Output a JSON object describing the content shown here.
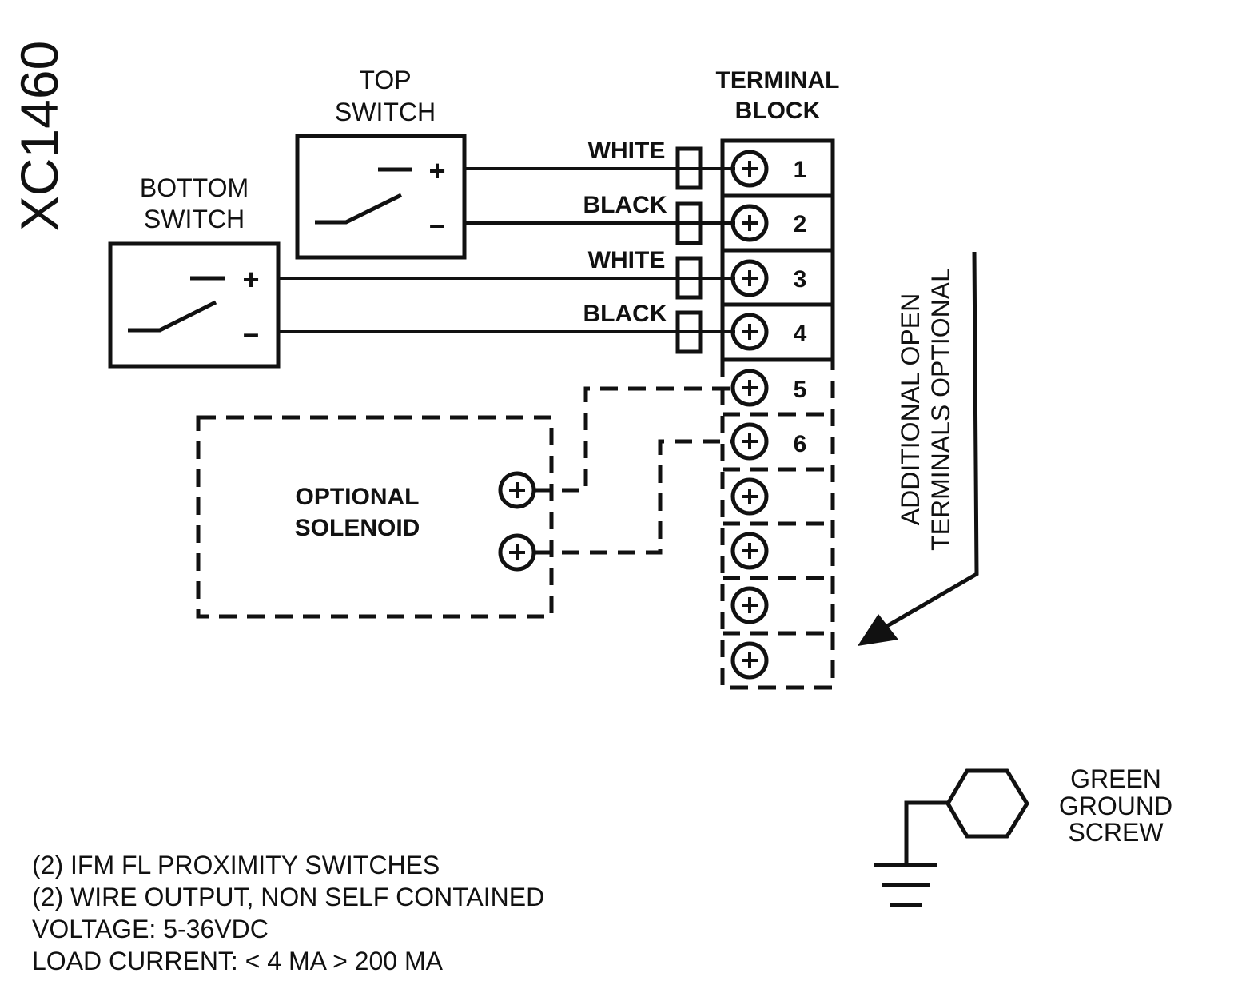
{
  "title": "XC1460",
  "top_switch": {
    "line1": "TOP",
    "line2": "SWITCH",
    "plus": "+",
    "minus": "–"
  },
  "bottom_switch": {
    "line1": "BOTTOM",
    "line2": "SWITCH",
    "plus": "+",
    "minus": "–"
  },
  "terminal_block": {
    "line1": "TERMINAL",
    "line2": "BLOCK",
    "terminals": [
      "1",
      "2",
      "3",
      "4",
      "5",
      "6"
    ]
  },
  "wires": {
    "w1": "WHITE",
    "w2": "BLACK",
    "w3": "WHITE",
    "w4": "BLACK"
  },
  "solenoid": {
    "line1": "OPTIONAL",
    "line2": "SOLENOID"
  },
  "additional_note": {
    "line1": "ADDITIONAL OPEN",
    "line2": "TERMINALS OPTIONAL"
  },
  "ground": {
    "line1": "GREEN",
    "line2": "GROUND",
    "line3": "SCREW"
  },
  "specs": [
    "(2) IFM FL PROXIMITY SWITCHES",
    "(2) WIRE OUTPUT, NON SELF CONTAINED",
    "VOLTAGE: 5-36VDC",
    "LOAD CURRENT: < 4 MA > 200 MA"
  ]
}
